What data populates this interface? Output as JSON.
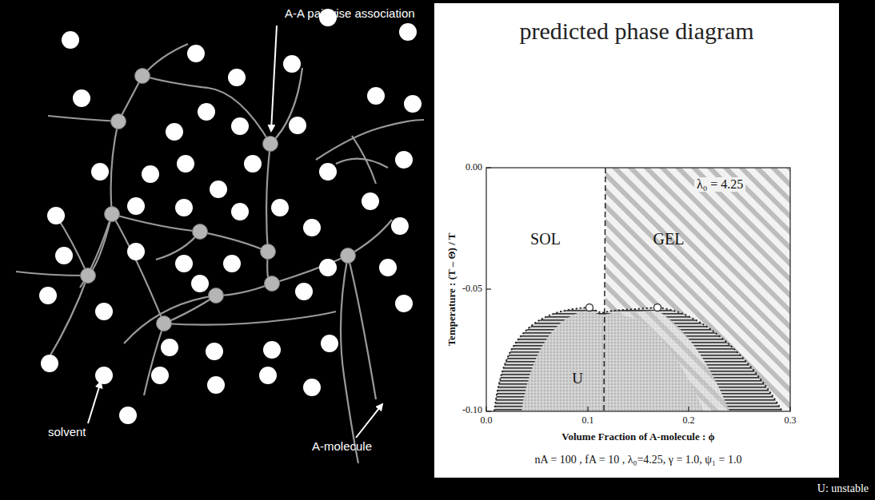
{
  "diagram": {
    "title": "predicted phase diagram",
    "labels": [
      "A-A pairwise association",
      "solvent",
      "A-molecule",
      "0.00",
      "-0.05",
      "-0.10",
      "0.0",
      "0.1",
      "0.2",
      "0.3",
      "Temperature : (T – Θ) / T",
      "Volume Fraction of A-molecule : ϕ",
      "SOL",
      "GEL",
      "U",
      "λ₀ = 4.25",
      "nA = 100 , fA = 10 , λ₀=4.25, γ = 1.0, ψ₁ = 1.0",
      "U: unstable"
    ]
  }
}
